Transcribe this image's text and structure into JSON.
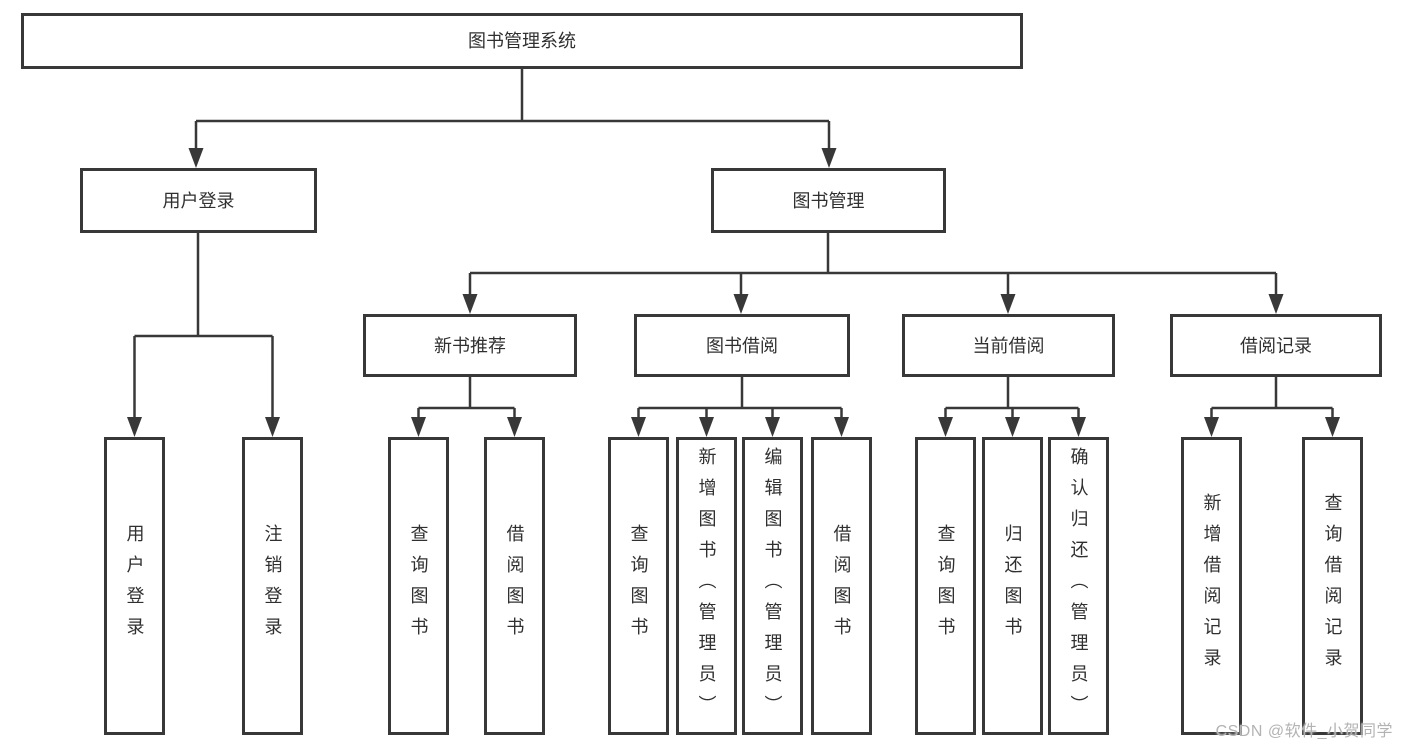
{
  "diagram_title": "图书管理系统",
  "tree": {
    "root": "图书管理系统",
    "children": [
      {
        "label": "用户登录",
        "children": [
          "用户登录",
          "注销登录"
        ]
      },
      {
        "label": "图书管理",
        "children": [
          {
            "label": "新书推荐",
            "children": [
              "查询图书",
              "借阅图书"
            ]
          },
          {
            "label": "图书借阅",
            "children": [
              "查询图书",
              "新增图书（管理员）",
              "编辑图书（管理员）",
              "借阅图书"
            ]
          },
          {
            "label": "当前借阅",
            "children": [
              "查询图书",
              "归还图书",
              "确认归还（管理员）"
            ]
          },
          {
            "label": "借阅记录",
            "children": [
              "新增借阅记录",
              "查询借阅记录"
            ]
          }
        ]
      }
    ]
  },
  "watermark": "CSDN @软件_小贺同学",
  "colors": {
    "line": "#383838",
    "box_border": "#383838",
    "text": "#303030",
    "watermark_text": "#b3b3b3",
    "background": "#ffffff"
  }
}
